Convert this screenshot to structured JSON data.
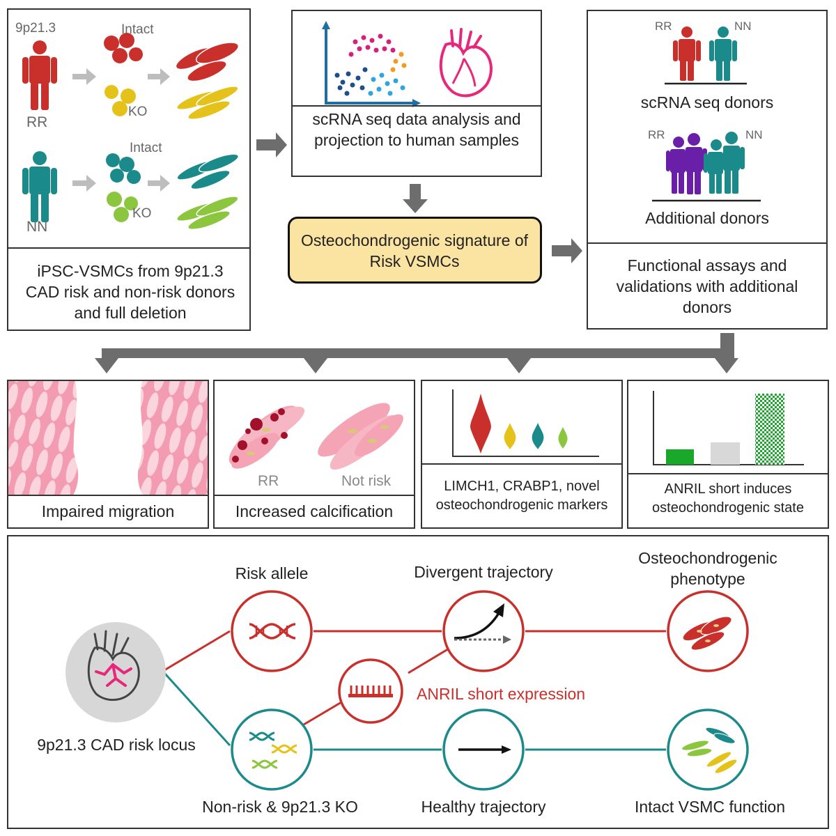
{
  "panel_ipsc": {
    "locus": "9p21.3",
    "rr": "RR",
    "nn": "NN",
    "intact_1": "Intact",
    "ko_1": "KO",
    "intact_2": "Intact",
    "ko_2": "KO",
    "caption": "iPSC-VSMCs from 9p21.3 CAD risk and non-risk donors and full deletion"
  },
  "panel_scrna": {
    "caption": "scRNA seq data analysis and projection to human samples"
  },
  "signature": {
    "label": "Osteochondrogenic signature of Risk VSMCs"
  },
  "panel_donors": {
    "rr_1": "RR",
    "nn_1": "NN",
    "scrna_donors": "scRNA seq donors",
    "rr_2": "RR",
    "nn_2": "NN",
    "additional_donors": "Additional donors",
    "caption": "Functional assays and validations with additional donors"
  },
  "results": [
    {
      "caption": "Impaired migration"
    },
    {
      "caption": "Increased calcification",
      "rr": "RR",
      "not_risk": "Not risk"
    },
    {
      "caption": "LIMCH1, CRABP1, novel osteochondrogenic markers"
    },
    {
      "caption": "ANRIL short induces osteochondrogenic state"
    }
  ],
  "mechanism": {
    "locus_label": "9p21.3 CAD risk locus",
    "risk_allele": "Risk allele",
    "divergent": "Divergent trajectory",
    "osteo_phenotype": "Osteochondrogenic phenotype",
    "anril": "ANRIL short expression",
    "nonrisk": "Non-risk & 9p21.3 KO",
    "healthy": "Healthy trajectory",
    "intact_function": "Intact VSMC function"
  },
  "colors": {
    "risk_red": "#c9302c",
    "nonrisk_teal": "#1b8a8a",
    "ko_yellow": "#e5c21a",
    "ko_green": "#8cc63f",
    "signature_fill": "#fbe3a1",
    "arrow_gray": "#6d6d6d"
  }
}
